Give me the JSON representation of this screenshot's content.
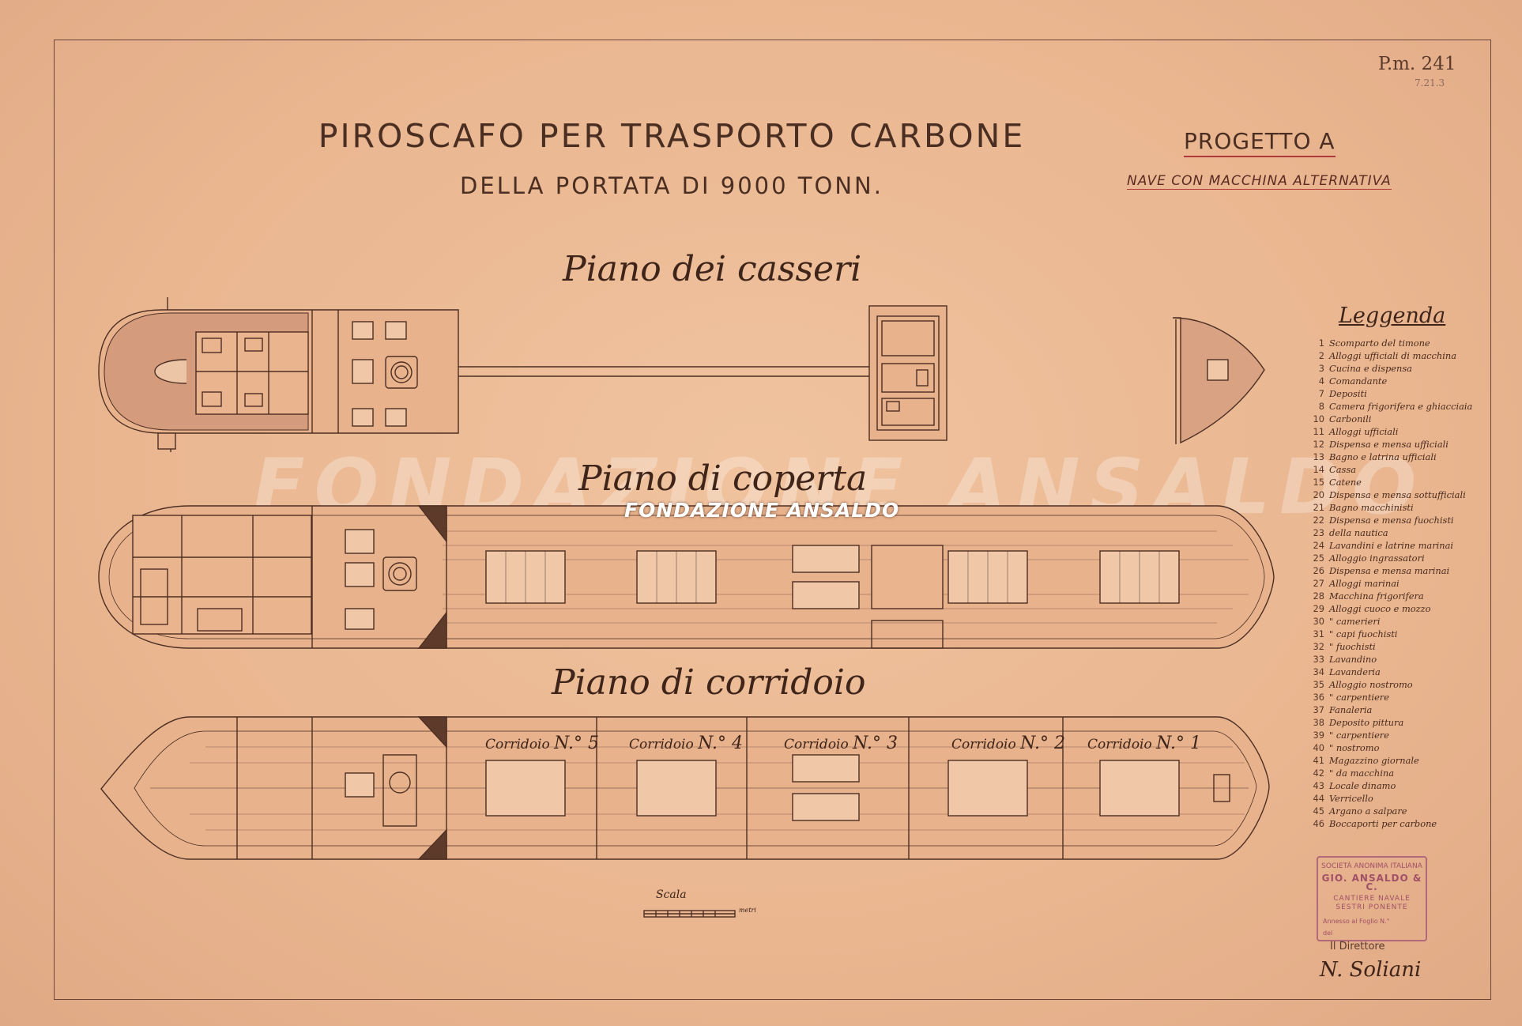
{
  "drawing": {
    "title": "PIROSCAFO PER TRASPORTO CARBONE",
    "subtitle": "DELLA PORTATA DI 9000 TONN.",
    "reference": "P.m. 241",
    "reference_small": "7.21.3",
    "project": "PROGETTO A",
    "machine_type": "NAVE CON MACCHINA ALTERNATIVA"
  },
  "plans": {
    "casseri": "Piano dei casseri",
    "coperta": "Piano di coperta",
    "corridoio": "Piano di corridoio"
  },
  "corridors": [
    {
      "word": "Corridoio",
      "num": "N.° 5"
    },
    {
      "word": "Corridoio",
      "num": "N.° 4"
    },
    {
      "word": "Corridoio",
      "num": "N.° 3"
    },
    {
      "word": "Corridoio",
      "num": "N.° 2"
    },
    {
      "word": "Corridoio",
      "num": "N.° 1"
    }
  ],
  "legend": {
    "title": "Leggenda",
    "items": [
      {
        "num": "1",
        "text": "Scomparto del timone"
      },
      {
        "num": "2",
        "text": "Alloggi ufficiali di macchina"
      },
      {
        "num": "3",
        "text": "Cucina e dispensa"
      },
      {
        "num": "4",
        "text": "Comandante"
      },
      {
        "num": "7",
        "text": "Depositi"
      },
      {
        "num": "8",
        "text": "Camera frigorifera e ghiacciaia"
      },
      {
        "num": "10",
        "text": "Carbonili"
      },
      {
        "num": "11",
        "text": "Alloggi ufficiali"
      },
      {
        "num": "12",
        "text": "Dispensa e mensa ufficiali"
      },
      {
        "num": "13",
        "text": "Bagno e latrina ufficiali"
      },
      {
        "num": "14",
        "text": "Cassa"
      },
      {
        "num": "15",
        "text": "Catene"
      },
      {
        "num": "20",
        "text": "Dispensa e mensa sottufficiali"
      },
      {
        "num": "21",
        "text": "Bagno macchinisti"
      },
      {
        "num": "22",
        "text": "Dispensa e mensa fuochisti"
      },
      {
        "num": "23",
        "text": "della nautica"
      },
      {
        "num": "24",
        "text": "Lavandini e latrine marinai"
      },
      {
        "num": "25",
        "text": "Alloggio ingrassatori"
      },
      {
        "num": "26",
        "text": "Dispensa e mensa marinai"
      },
      {
        "num": "27",
        "text": "Alloggi marinai"
      },
      {
        "num": "28",
        "text": "Macchina frigorifera"
      },
      {
        "num": "29",
        "text": "Alloggi cuoco e mozzo"
      },
      {
        "num": "30",
        "text": "\" camerieri"
      },
      {
        "num": "31",
        "text": "\" capi fuochisti"
      },
      {
        "num": "32",
        "text": "\" fuochisti"
      },
      {
        "num": "33",
        "text": "Lavandino"
      },
      {
        "num": "34",
        "text": "Lavanderia"
      },
      {
        "num": "35",
        "text": "Alloggio nostromo"
      },
      {
        "num": "36",
        "text": "\" carpentiere"
      },
      {
        "num": "37",
        "text": "Fanaleria"
      },
      {
        "num": "38",
        "text": "Deposito pittura"
      },
      {
        "num": "39",
        "text": "\" carpentiere"
      },
      {
        "num": "40",
        "text": "\" nostromo"
      },
      {
        "num": "41",
        "text": "Magazzino giornale"
      },
      {
        "num": "42",
        "text": "\" da macchina"
      },
      {
        "num": "43",
        "text": "Locale dinamo"
      },
      {
        "num": "44",
        "text": "Verricello"
      },
      {
        "num": "45",
        "text": "Argano a salpare"
      },
      {
        "num": "46",
        "text": "Boccaporti per carbone"
      }
    ]
  },
  "stamp": {
    "line1": "SOCIETÀ ANONIMA ITALIANA",
    "line2": "GIO. ANSALDO & C.",
    "line3": "CANTIERE NAVALE",
    "line4": "SESTRI PONENTE",
    "line5": "Annesso al Foglio N.°",
    "line6": "del"
  },
  "signature": {
    "role": "Il Direttore",
    "name": "N. Soliani"
  },
  "scale": {
    "label": "Scala",
    "unit": "metri"
  },
  "watermark": {
    "text": "FONDAZIONE ANSALDO",
    "logo_text": "FONDAZIONE ANSALDO"
  },
  "colors": {
    "paper": "#e9b690",
    "ink": "#4a2a1c",
    "red_underline": "#b03a3a",
    "stamp": "#b26a7a"
  }
}
